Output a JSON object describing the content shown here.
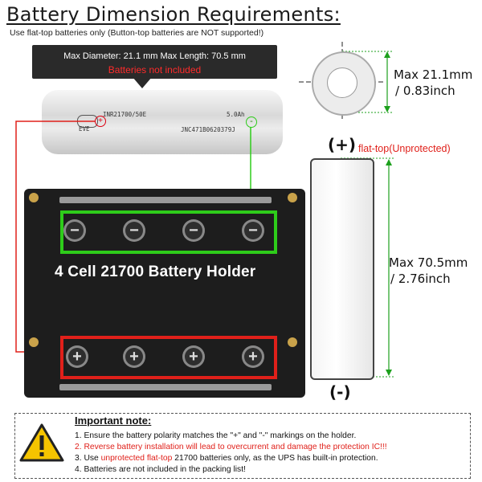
{
  "header": {
    "title": "Battery Dimension Requirements:",
    "subtitle": "Use flat-top batteries only (Button-top batteries are NOT supported!)"
  },
  "callout": {
    "line1": "Max Diameter: 21.1 mm Max Length: 70.5 mm",
    "line2": "Batteries not included"
  },
  "cell": {
    "model": "INR21700/50E",
    "capacity": "5.0Ah",
    "brand": "EVE",
    "serial": "JNC471B0620379J",
    "plus_mark": "+",
    "minus_mark": "-"
  },
  "holder": {
    "label": "4 Cell 21700 Battery Holder",
    "negative_terminals": [
      "−",
      "−",
      "−",
      "−"
    ],
    "positive_terminals": [
      "+",
      "+",
      "+",
      "+"
    ]
  },
  "dimensions": {
    "diameter_mm": "Max 21.1mm",
    "diameter_in": "/ 0.83inch",
    "length_mm": "Max 70.5mm",
    "length_in": "/ 2.76inch",
    "positive_label": "(+)",
    "positive_note": "flat-top(Unprotected)",
    "negative_label": "(-)"
  },
  "note": {
    "title": "Important note:",
    "line1": "1. Ensure the battery polarity matches the \"+\" and \"-\" markings on the holder.",
    "line2": "2. Reverse battery installation will lead to overcurrent and damage the protection IC!!!",
    "line3_prefix": "3. Use ",
    "line3_red": "unprotected flat-top",
    "line3_suffix": " 21700 batteries only, as the UPS has built-in protection.",
    "line4": "4. Batteries are not included in the packing list!"
  },
  "colors": {
    "accent_red": "#e0201a",
    "accent_green": "#2ecc1a",
    "warning_yellow": "#f5c400"
  },
  "icons": [
    "warning-icon"
  ]
}
